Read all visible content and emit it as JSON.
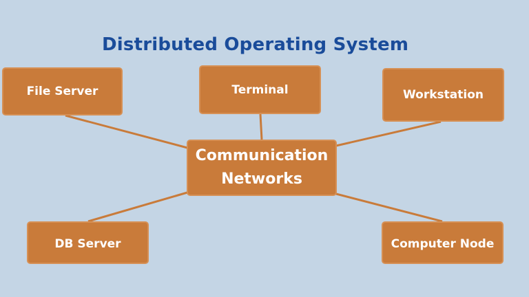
{
  "title": "Distributed Operating System",
  "hub": {
    "line1": "Communication",
    "line2": "Networks"
  },
  "nodes": {
    "file_server": "File Server",
    "terminal": "Terminal",
    "workstation": "Workstation",
    "db_server": "DB Server",
    "computer_node": "Computer Node"
  },
  "colors": {
    "background": "#c4d5e5",
    "node_fill": "#c97b3a",
    "node_border": "#d69055",
    "edge": "#c97b3a",
    "title": "#1a4c9a"
  }
}
